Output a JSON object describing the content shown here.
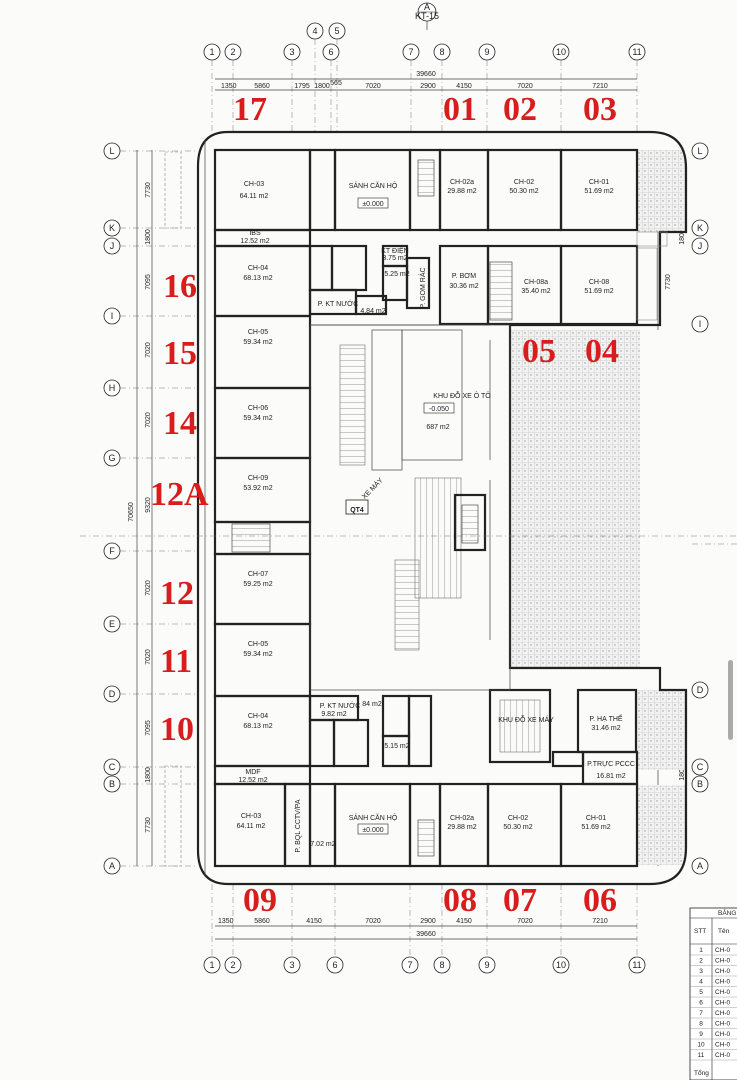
{
  "section_marker": {
    "letter": "A",
    "ref": "KT-15"
  },
  "grid_columns_top": [
    "1",
    "2",
    "3",
    "4",
    "5",
    "6",
    "7",
    "8",
    "9",
    "10",
    "11"
  ],
  "grid_columns_bottom": [
    "1",
    "2",
    "3",
    "6",
    "7",
    "8",
    "9",
    "10",
    "11"
  ],
  "grid_rows_left": [
    "L",
    "K",
    "J",
    "I",
    "H",
    "G",
    "F",
    "E",
    "D",
    "C",
    "B",
    "A"
  ],
  "grid_rows_right": [
    "L",
    "K",
    "J",
    "I",
    "D",
    "C",
    "B",
    "A"
  ],
  "overall_dim": "39660",
  "overall_height_dim": "70650",
  "top_dims": [
    "1350",
    "5860",
    "1795",
    "1800",
    "565",
    "7020",
    "2900",
    "4150",
    "7020",
    "7210"
  ],
  "bottom_dims": [
    "1350",
    "5860",
    "4150",
    "7020",
    "2900",
    "4150",
    "7020",
    "7210"
  ],
  "left_dims": [
    "7730",
    "1800",
    "7095",
    "7020",
    "7020",
    "9320",
    "7020",
    "7020",
    "7095",
    "1800",
    "7730"
  ],
  "right_dims": [
    "7730",
    "1800",
    "7730",
    "7730",
    "1800",
    "7730"
  ],
  "unit_numbers": {
    "u17": "17",
    "u01": "01",
    "u02": "02",
    "u03": "03",
    "u16": "16",
    "u15": "15",
    "u14": "14",
    "u12a": "12A",
    "u12": "12",
    "u11": "11",
    "u10": "10",
    "u05": "05",
    "u04": "04",
    "u09": "09",
    "u08": "08",
    "u07": "07",
    "u06": "06"
  },
  "rooms": {
    "ch03_top": {
      "name": "CH-03",
      "area": "64.11 m2"
    },
    "sanh_top": {
      "name": "SẢNH CĂN HỘ",
      "level": "±0.000"
    },
    "ch02a_top": {
      "name": "CH-02a",
      "area": "29.88 m2"
    },
    "ch02_top": {
      "name": "CH-02",
      "area": "50.30 m2"
    },
    "ch01_top": {
      "name": "CH-01",
      "area": "51.69 m2"
    },
    "ibs": {
      "name": "IBS",
      "area": "12.52 m2"
    },
    "ch04_top": {
      "name": "CH-04",
      "area": "68.13 m2"
    },
    "kt_dien": {
      "name": "KT ĐIỆN",
      "area": "3.75 m2"
    },
    "room_525": {
      "area": "5.25 m2"
    },
    "p_gom_rac": {
      "name": "P. GOM RÁC"
    },
    "p_bom": {
      "name": "P. BƠM",
      "area": "30.36 m2"
    },
    "ch08a": {
      "name": "CH-08a",
      "area": "35.40 m2"
    },
    "ch08": {
      "name": "CH-08",
      "area": "51.69 m2"
    },
    "p_kt_nuoc_top": {
      "name": "P. KT NƯỚC"
    },
    "room_484": {
      "area": "4.84 m2"
    },
    "ch05_top": {
      "name": "CH-05",
      "area": "59.34 m2"
    },
    "ch06": {
      "name": "CH-06",
      "area": "59.34 m2"
    },
    "ch09": {
      "name": "CH-09",
      "area": "53.92 m2"
    },
    "ch07": {
      "name": "CH-07",
      "area": "59.25 m2"
    },
    "ch05_bot": {
      "name": "CH-05",
      "area": "59.34 m2"
    },
    "ch04_bot": {
      "name": "CH-04",
      "area": "68.13 m2"
    },
    "mdf": {
      "name": "MDF",
      "area": "12.52 m2"
    },
    "ch03_bot": {
      "name": "CH-03",
      "area": "64.11 m2"
    },
    "p_bql": {
      "name": "P. BQL CCTV/PA"
    },
    "room_702": {
      "area": "7.02 m2"
    },
    "sanh_bot": {
      "name": "SẢNH CĂN HỘ",
      "level": "±0.000"
    },
    "ch02a_bot": {
      "name": "CH-02a",
      "area": "29.88 m2"
    },
    "ch02_bot": {
      "name": "CH-02",
      "area": "50.30 m2"
    },
    "ch01_bot": {
      "name": "CH-01",
      "area": "51.69 m2"
    },
    "khu_oto": {
      "name": "KHU ĐỖ XE Ô TÔ",
      "level": "-0.050",
      "area": "687 m2"
    },
    "khu_xemay_ramp": {
      "name": "XE MÁY"
    },
    "khu_xemay_bot": {
      "name": "KHU ĐỖ XE MÁY"
    },
    "p_kt_nuoc_bot": {
      "name": "P. KT NƯỚC",
      "area": "9.82 m2"
    },
    "room_84": {
      "area": "84 m2"
    },
    "room_515": {
      "area": "5.15 m2"
    },
    "p_the_thao": {
      "name": "P. HẠ THẾ",
      "area": "31.46 m2"
    },
    "p_truc_pccc": {
      "name": "P.TRỰC PCCC",
      "area": "16.81 m2"
    }
  },
  "ramp_label": "QT4",
  "legend": {
    "header": "BẢNG",
    "col_stt": "STT",
    "col_ten": "Tên",
    "rows": [
      {
        "stt": "1",
        "ten": "CH-0"
      },
      {
        "stt": "2",
        "ten": "CH-0"
      },
      {
        "stt": "3",
        "ten": "CH-0"
      },
      {
        "stt": "4",
        "ten": "CH-0"
      },
      {
        "stt": "5",
        "ten": "CH-0"
      },
      {
        "stt": "6",
        "ten": "CH-0"
      },
      {
        "stt": "7",
        "ten": "CH-0"
      },
      {
        "stt": "8",
        "ten": "CH-0"
      },
      {
        "stt": "9",
        "ten": "CH-0"
      },
      {
        "stt": "10",
        "ten": "CH-0"
      },
      {
        "stt": "11",
        "ten": "CH-0"
      }
    ],
    "footer": "Tổng"
  },
  "colors": {
    "unit_number": "#d91c1c",
    "wall": "#222222",
    "hatch": "#9a9a9a"
  }
}
